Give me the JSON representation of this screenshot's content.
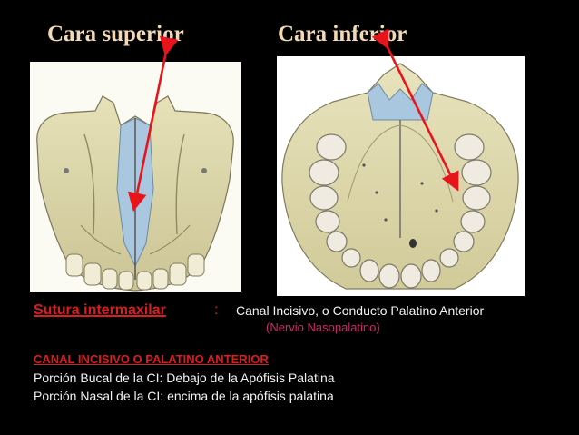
{
  "titles": {
    "left": "Cara superior",
    "right": "Cara inferior"
  },
  "images": {
    "left": "upper-face-maxilla-illustration",
    "right": "lower-face-palate-teeth-illustration"
  },
  "annotation": {
    "sutura_label": "Sutura intermaxilar",
    "sutura_colon": ":",
    "canal_description": "Canal Incisivo, o Conducto Palatino Anterior",
    "nervio": "(Nervio Nasopalatino)",
    "canal_heading": "CANAL INCISIVO O PALATINO ANTERIOR",
    "line_bucal": "Porción Bucal de la CI: Debajo de la Apófisis Palatina",
    "line_nasal": "Porción Nasal de la CI: encima  de la apófisis palatina"
  },
  "colors": {
    "background": "#000000",
    "title": "#f3d9b4",
    "arrow": "#e8141c",
    "red_text": "#d81f1f",
    "pink_text": "#cc2a6a",
    "body_text": "#f2f2f2",
    "bone": "#d9d2a6",
    "cartilage": "#a9c8e0"
  }
}
